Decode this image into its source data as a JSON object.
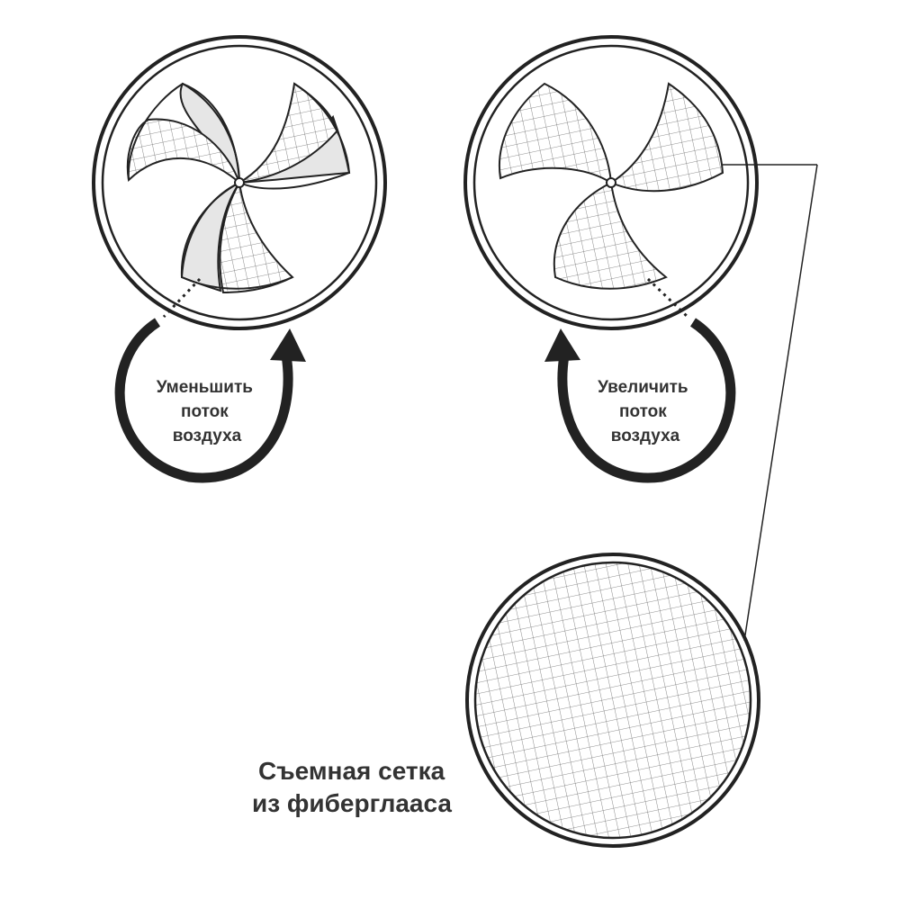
{
  "left_fan": {
    "label_lines": [
      "Уменьшить",
      "поток",
      "воздуха"
    ]
  },
  "right_fan": {
    "label_lines": [
      "Увеличить",
      "поток",
      "воздуха"
    ]
  },
  "mesh_callout": {
    "label_lines": [
      "Съемная сетка",
      "из фиберглааса"
    ]
  },
  "colors": {
    "stroke": "#222222",
    "mesh": "#555555",
    "blade_shade": "#e6e6e6",
    "arrow": "#222222"
  }
}
